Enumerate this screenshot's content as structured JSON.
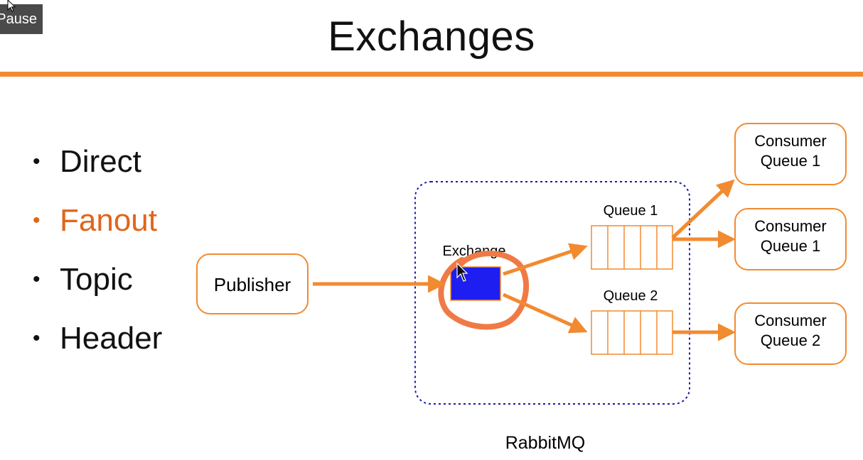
{
  "overlay": {
    "pause_label": "Pause"
  },
  "slide": {
    "title": "Exchanges",
    "accent_color": "#f28a30",
    "bullets": [
      {
        "label": "Direct",
        "active": false
      },
      {
        "label": "Fanout",
        "active": true
      },
      {
        "label": "Topic",
        "active": false
      },
      {
        "label": "Header",
        "active": false
      }
    ]
  },
  "diagram": {
    "publisher": "Publisher",
    "exchange_label": "Exchange",
    "exchange_color": "#1e1ef0",
    "queue1_label": "Queue 1",
    "queue2_label": "Queue 2",
    "consumers": [
      {
        "line1": "Consumer",
        "line2": "Queue 1"
      },
      {
        "line1": "Consumer",
        "line2": "Queue 1"
      },
      {
        "line1": "Consumer",
        "line2": "Queue 2"
      }
    ],
    "broker_label": "RabbitMQ",
    "border_color": "#1a1aa8"
  }
}
